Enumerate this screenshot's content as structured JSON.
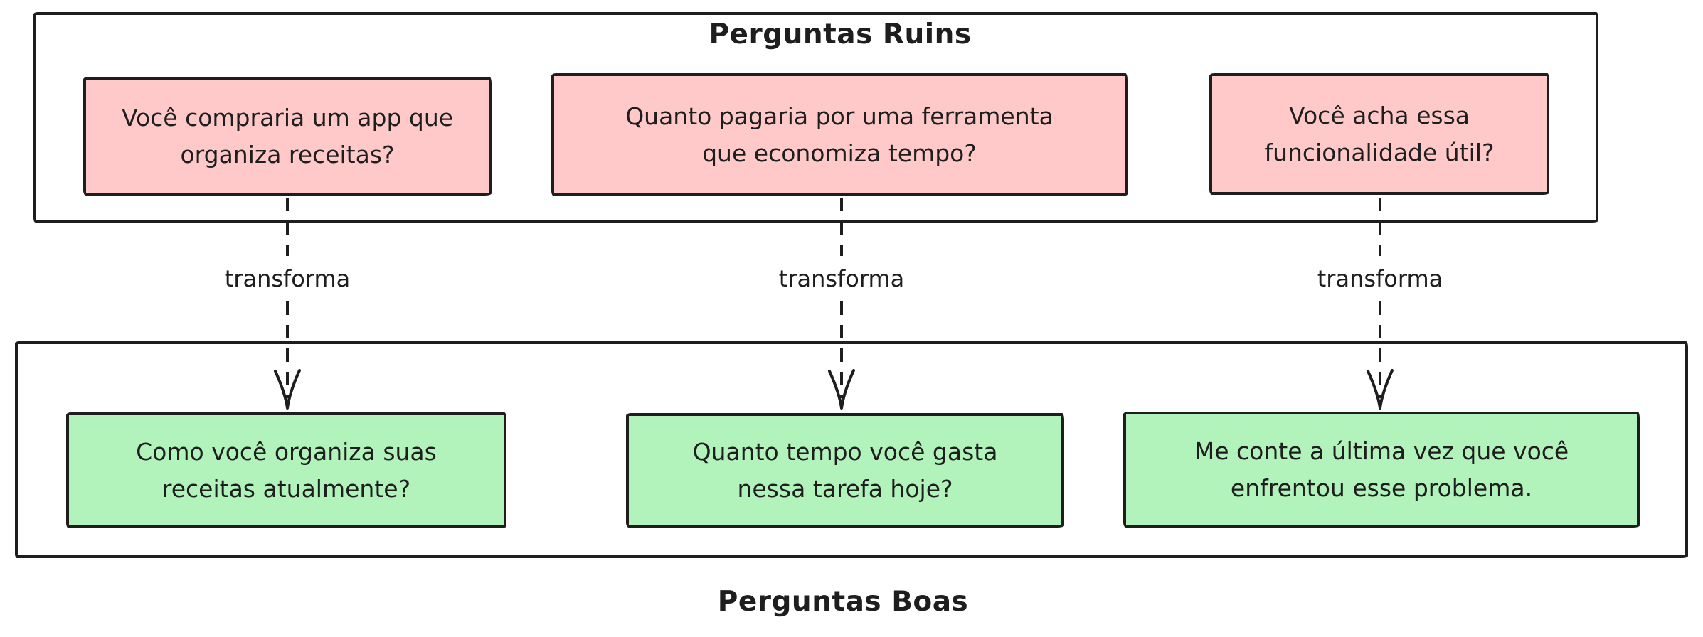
{
  "frames": {
    "bad": {
      "title": "Perguntas Ruins",
      "cards": [
        {
          "text": "Você compraria um app que\norganiza receitas?"
        },
        {
          "text": "Quanto pagaria por uma ferramenta\nque economiza tempo?"
        },
        {
          "text": "Você acha essa\nfuncionalidade útil?"
        }
      ]
    },
    "good": {
      "title": "Perguntas Boas",
      "cards": [
        {
          "text": "Como você organiza suas\nreceitas atualmente?"
        },
        {
          "text": "Quanto tempo você gasta\nnessa tarefa hoje?"
        },
        {
          "text": "Me conte a última vez que você\nenfrentou esse problema."
        }
      ]
    }
  },
  "arrows": [
    {
      "label": "transforma"
    },
    {
      "label": "transforma"
    },
    {
      "label": "transforma"
    }
  ],
  "colors": {
    "ink": "#1e1e1e",
    "bad_fill": "#ffc9c9",
    "good_fill": "#b2f2bb"
  }
}
